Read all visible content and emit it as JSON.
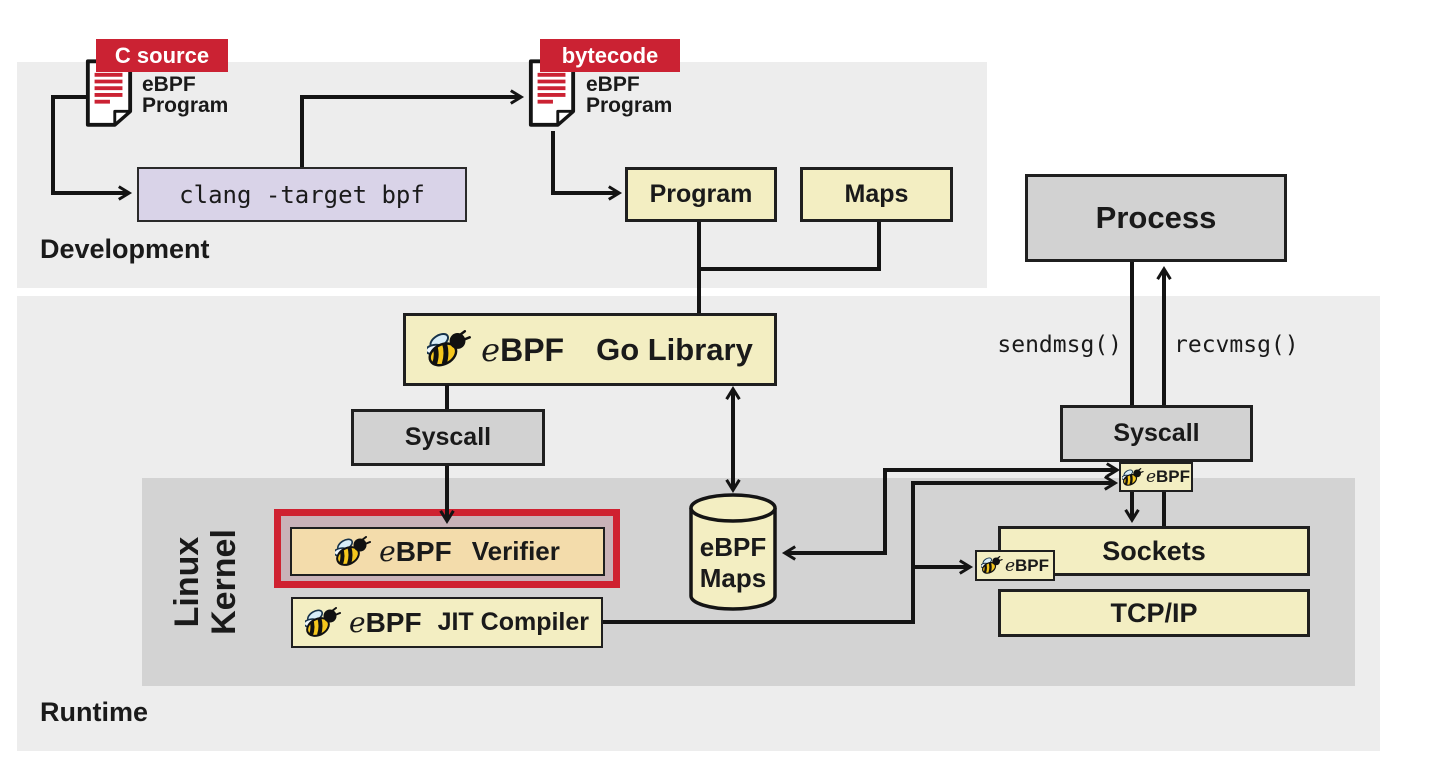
{
  "panels": {
    "development_label": "Development",
    "runtime_label": "Runtime",
    "kernel_label_line1": "Linux",
    "kernel_label_line2": "Kernel"
  },
  "development": {
    "c_source_badge": "C source",
    "bytecode_badge": "bytecode",
    "ebpf_program_source": {
      "line1": "eBPF",
      "line2": "Program"
    },
    "ebpf_program_bytecode": {
      "line1": "eBPF",
      "line2": "Program"
    },
    "clang_command": "clang  -target bpf",
    "program_box_label": "Program",
    "maps_box_label": "Maps"
  },
  "runtime": {
    "go_library": {
      "logo": "eBPF",
      "label": "Go Library"
    },
    "syscall_left_label": "Syscall",
    "verifier": {
      "logo": "eBPF",
      "label": "Verifier"
    },
    "jit_compiler": {
      "logo": "eBPF",
      "label": "JIT Compiler"
    },
    "maps_cylinder": {
      "line1": "eBPF",
      "line2": "Maps"
    },
    "process_label": "Process",
    "sendmsg_label": "sendmsg()",
    "recvmsg_label": "recvmsg()",
    "syscall_right_label": "Syscall",
    "syscall_ebpf_badge": "eBPF",
    "socket_ebpf_badge": "eBPF",
    "sockets_label": "Sockets",
    "tcpip_label": "TCP/IP"
  },
  "colors": {
    "accent_red": "#cb2233",
    "highlight_red": "#cf2130",
    "highlight_pink": "#c9b2b8",
    "box_yellow": "#f3eec2",
    "box_tan": "#f3dcab",
    "box_lavender": "#d9d3e8",
    "box_gray": "#d2d2d2",
    "panel_light": "#ededed",
    "panel_kernel": "#d3d3d3",
    "line_dark": "#141414",
    "bee_yellow": "#f5c71d",
    "bee_wing_blue": "#cfe9f7"
  }
}
